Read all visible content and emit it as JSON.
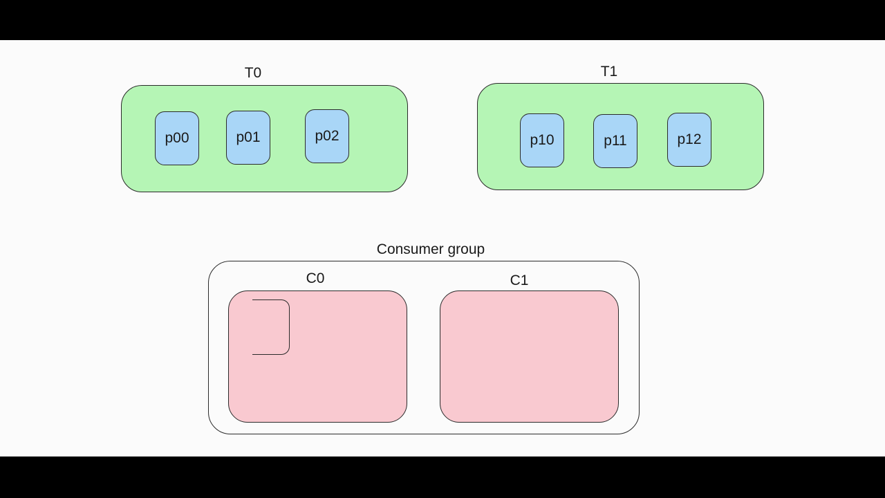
{
  "topics": [
    {
      "name": "T0",
      "partitions": [
        "p00",
        "p01",
        "p02"
      ]
    },
    {
      "name": "T1",
      "partitions": [
        "p10",
        "p11",
        "p12"
      ]
    }
  ],
  "consumer_group": {
    "label": "Consumer group",
    "consumers": [
      {
        "name": "C0"
      },
      {
        "name": "C1"
      }
    ]
  },
  "colors": {
    "topic_fill": "#b5f5b5",
    "partition_fill": "#a9d6f7",
    "consumer_fill": "#f9c9d0",
    "outline": "#2a2a2a",
    "canvas": "#fbfbfb",
    "letterbox": "#000000"
  }
}
